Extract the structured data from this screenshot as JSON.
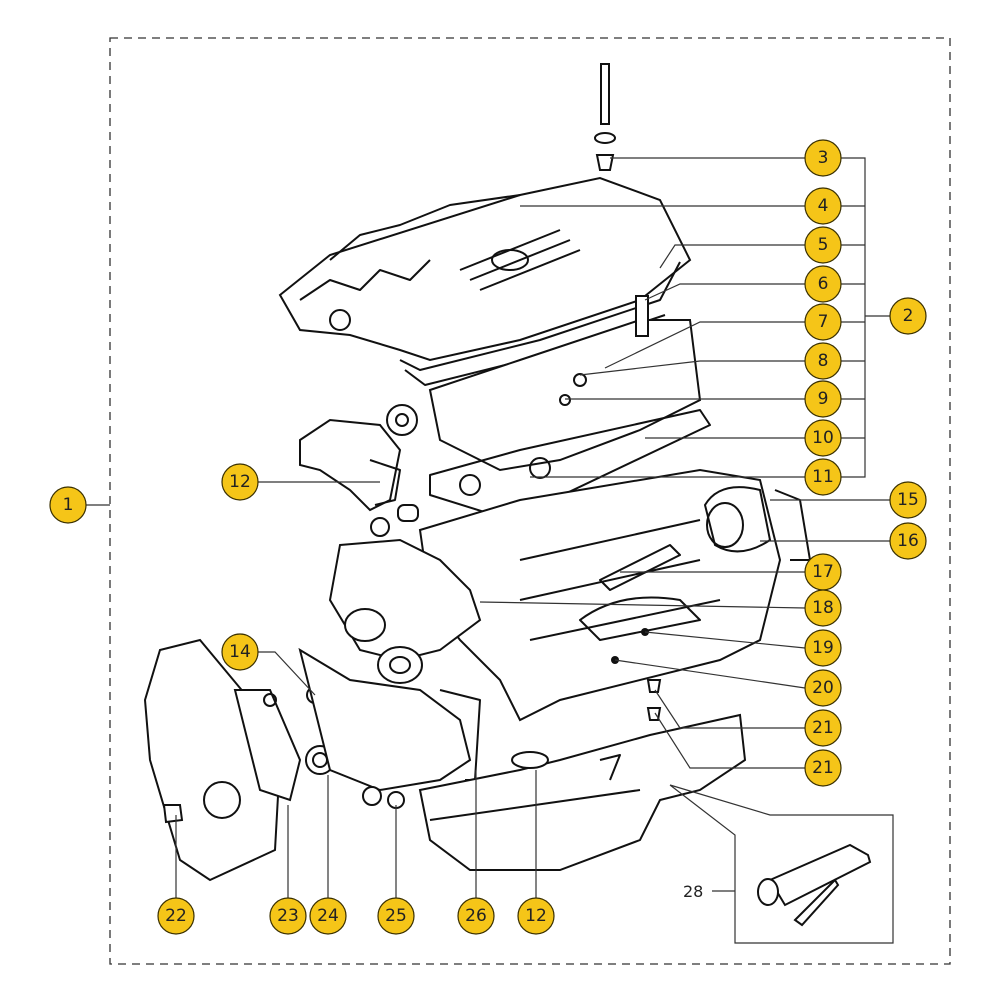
{
  "diagram": {
    "accent_color": "#F5C518",
    "callouts": [
      {
        "id": "c1",
        "label": "1"
      },
      {
        "id": "c2",
        "label": "2"
      },
      {
        "id": "c3",
        "label": "3"
      },
      {
        "id": "c4",
        "label": "4"
      },
      {
        "id": "c5",
        "label": "5"
      },
      {
        "id": "c6",
        "label": "6"
      },
      {
        "id": "c7",
        "label": "7"
      },
      {
        "id": "c8",
        "label": "8"
      },
      {
        "id": "c9",
        "label": "9"
      },
      {
        "id": "c10",
        "label": "10"
      },
      {
        "id": "c11",
        "label": "11"
      },
      {
        "id": "c12a",
        "label": "12"
      },
      {
        "id": "c15",
        "label": "15"
      },
      {
        "id": "c16",
        "label": "16"
      },
      {
        "id": "c17",
        "label": "17"
      },
      {
        "id": "c18",
        "label": "18"
      },
      {
        "id": "c19",
        "label": "19"
      },
      {
        "id": "c20",
        "label": "20"
      },
      {
        "id": "c21a",
        "label": "21"
      },
      {
        "id": "c21b",
        "label": "21"
      },
      {
        "id": "c14",
        "label": "14"
      },
      {
        "id": "c22",
        "label": "22"
      },
      {
        "id": "c23",
        "label": "23"
      },
      {
        "id": "c24",
        "label": "24"
      },
      {
        "id": "c25",
        "label": "25"
      },
      {
        "id": "c26",
        "label": "26"
      },
      {
        "id": "c12b",
        "label": "12"
      }
    ],
    "sealant_label": "28"
  }
}
